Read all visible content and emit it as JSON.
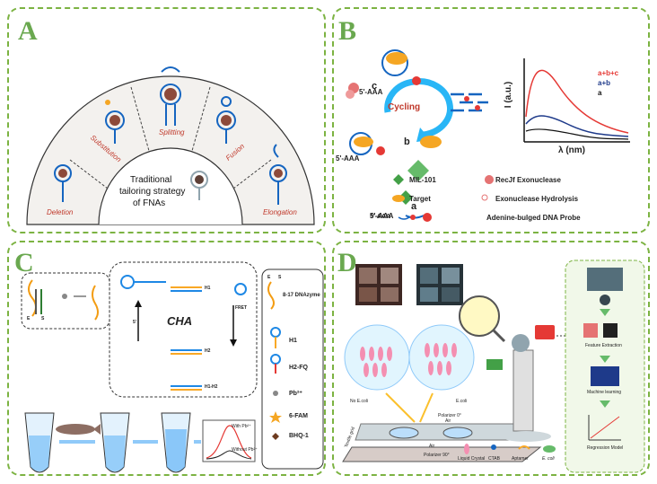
{
  "panels": {
    "a": {
      "letter": "A",
      "segments": [
        "Deletion",
        "Substitution",
        "Splitting",
        "Fusion",
        "Elongation"
      ],
      "center_text": [
        "Traditional",
        "tailoring strategy",
        "of FNAs"
      ]
    },
    "b": {
      "letter": "B",
      "cycle_label": "Cycling",
      "step_labels": [
        "a",
        "b",
        "c"
      ],
      "probe_labels": [
        "5'-AAA",
        "5'-AAA",
        "5'-AAA"
      ],
      "plot": {
        "ylabel": "I (a.u.)",
        "xlabel": "λ (nm)",
        "legend": [
          {
            "label": "a+b+c",
            "color": "#e53935"
          },
          {
            "label": "a+b",
            "color": "#1e3a8a"
          },
          {
            "label": "a",
            "color": "#111111"
          }
        ]
      },
      "legend": [
        {
          "label": "MIL-101",
          "icon": "green-diamond-icon"
        },
        {
          "label": "RecJf Exonuclease",
          "icon": "pacman-icon"
        },
        {
          "label": "Target",
          "icon": "target-blob-icon"
        },
        {
          "label": "Exonuclease Hydrolysis",
          "icon": "scissors-icon"
        },
        {
          "label": "Adenine-bulged DNA Probe",
          "prefix": "5'-AAA"
        }
      ]
    },
    "c": {
      "letter": "C",
      "cha_label": "CHA",
      "strand_labels": {
        "e": "E",
        "s": "S",
        "five_prime": "5'",
        "h1": "H1",
        "h2": "H2",
        "h1h2": "H1-H2",
        "fret": "FRET"
      },
      "plot_labels": {
        "with": "With Pb²⁺",
        "without": "Without Pb²⁺"
      },
      "legend": [
        {
          "label": "8-17 DNAzyme",
          "head": [
            "E",
            "S"
          ]
        },
        {
          "label": "H1"
        },
        {
          "label": "H2-FQ"
        },
        {
          "label": "Pb²⁺"
        },
        {
          "label": "6-FAM"
        },
        {
          "label": "BHQ-1"
        }
      ]
    },
    "d": {
      "letter": "D",
      "polarizer_top": "Polarizer 0°",
      "air_top": "Air",
      "air_bottom": "Air",
      "polarizer_bottom": "Polarizer 90°",
      "grid_label": "Textile grid",
      "legend": [
        "Liquid Crystal",
        "CTAB",
        "Aptamer",
        "E. coli"
      ],
      "ml_steps": [
        "Feature Extraction",
        "Machine learning",
        "Regression Model"
      ],
      "ecoli_labels": [
        "No E.coli",
        "E.coli"
      ]
    }
  },
  "colors": {
    "panel_border": "#7cb342",
    "letter": "#6aa84f",
    "bead": "#8d4a3a",
    "blue_strand": "#1565c0",
    "target": "#f5a623",
    "accent_red": "#e53935"
  }
}
